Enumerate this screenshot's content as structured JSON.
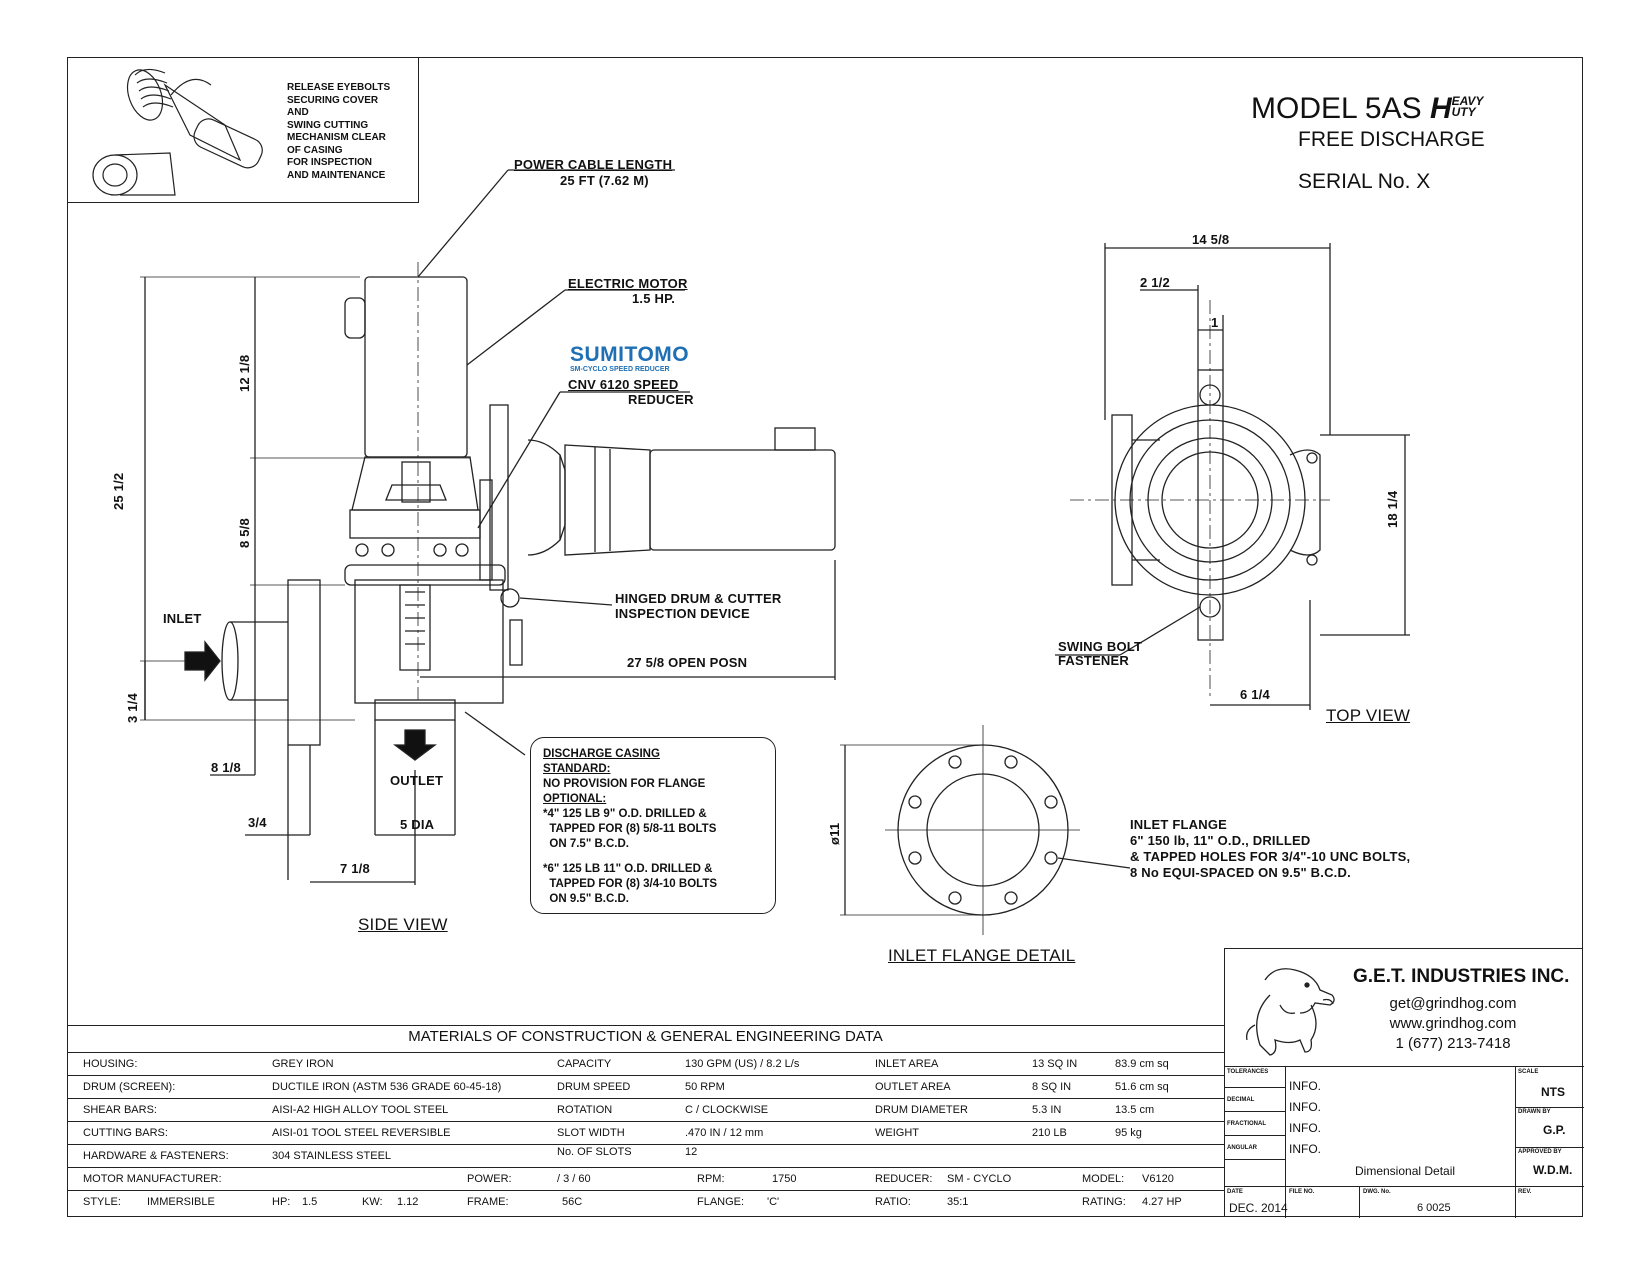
{
  "header": {
    "model": "MODEL 5AS",
    "hd_mark": "H",
    "hd_upper": "EAVY",
    "hd_lower": "UTY",
    "subtitle": "FREE DISCHARGE",
    "serial": "SERIAL No.  X"
  },
  "note": "RELEASE EYEBOLTS\nSECURING COVER\nAND\nSWING CUTTING\nMECHANISM CLEAR\nOF CASING\nFOR INSPECTION\nAND MAINTENANCE",
  "side_view": {
    "power_cable_label": "POWER CABLE LENGTH",
    "power_cable_value": "25 FT (7.62 M)",
    "motor_label": "ELECTRIC MOTOR",
    "motor_value": "1.5 HP.",
    "sumitomo": "SUMITOMO",
    "sumitomo_sub": "SM-CYCLO SPEED REDUCER",
    "reducer_line1": "CNV 6120 SPEED",
    "reducer_line2": "REDUCER",
    "hinged_line1": "HINGED DRUM & CUTTER",
    "hinged_line2": "INSPECTION DEVICE",
    "open_posn": "27 5/8 OPEN POSN",
    "inlet": "INLET",
    "outlet": "OUTLET",
    "dim_25_1_2": "25 1/2",
    "dim_12_1_8": "12 1/8",
    "dim_8_5_8": "8 5/8",
    "dim_3_1_4": "3 1/4",
    "dim_8_1_8": "8 1/8",
    "dim_3_4": "3/4",
    "dim_5_dia": "5 DIA",
    "dim_7_1_8": "7 1/8",
    "title": "SIDE VIEW"
  },
  "discharge_box": {
    "lines": [
      "DISCHARGE CASING",
      "STANDARD:",
      "NO PROVISION FOR FLANGE",
      "OPTIONAL:",
      "*4\" 125 LB 9\" O.D. DRILLED &",
      "  TAPPED FOR (8) 5/8-11 BOLTS",
      "  ON 7.5\" B.C.D.",
      "",
      "*6\" 125 LB 11\" O.D. DRILLED &",
      "  TAPPED FOR (8) 3/4-10 BOLTS",
      "  ON 9.5\" B.C.D."
    ]
  },
  "top_view": {
    "dim_14_5_8": "14 5/8",
    "dim_2_1_2": "2 1/2",
    "dim_1": "1",
    "dim_18_1_4": "18 1/4",
    "dim_6_1_4": "6 1/4",
    "swing_line1": "SWING BOLT",
    "swing_line2": "FASTENER",
    "title": "TOP VIEW"
  },
  "inlet_flange": {
    "dia": "ø11",
    "line1": "INLET FLANGE",
    "line2": "6\" 150 lb, 11\" O.D., DRILLED",
    "line3": "& TAPPED HOLES FOR 3/4\"-10 UNC BOLTS,",
    "line4": "8 No EQUI-SPACED ON 9.5\" B.C.D.",
    "title": "INLET FLANGE DETAIL"
  },
  "materials": {
    "title": "MATERIALS OF CONSTRUCTION & GENERAL ENGINEERING DATA",
    "rows": [
      [
        "HOUSING:",
        "GREY IRON",
        "CAPACITY",
        "130 GPM (US) / 8.2 L/s",
        "INLET AREA",
        "13 SQ IN",
        "83.9 cm sq"
      ],
      [
        "DRUM (SCREEN):",
        "DUCTILE IRON (ASTM 536 GRADE 60-45-18)",
        "DRUM SPEED",
        "50 RPM",
        "OUTLET AREA",
        "8 SQ IN",
        "51.6 cm sq"
      ],
      [
        "SHEAR BARS:",
        "AISI-A2 HIGH ALLOY TOOL STEEL",
        "ROTATION",
        "C / CLOCKWISE",
        "DRUM DIAMETER",
        "5.3 IN",
        "13.5 cm"
      ],
      [
        "CUTTING BARS:",
        "AISI-01 TOOL STEEL REVERSIBLE",
        "SLOT WIDTH",
        ".470 IN / 12 mm",
        "WEIGHT",
        "210 LB",
        "95 kg"
      ],
      [
        "HARDWARE & FASTENERS:",
        "304 STAINLESS STEEL",
        "No. OF SLOTS",
        "12",
        "",
        "",
        ""
      ]
    ],
    "motor_row": {
      "mfr": "MOTOR MANUFACTURER:",
      "power_l": "POWER:",
      "power_v": "/ 3 / 60",
      "rpm_l": "RPM:",
      "rpm_v": "1750",
      "red_l": "REDUCER:",
      "red_v": "SM - CYCLO",
      "model_l": "MODEL:",
      "model_v": "V6120"
    },
    "style_row": {
      "style_l": "STYLE:",
      "style_v": "IMMERSIBLE",
      "hp_l": "HP:",
      "hp_v": "1.5",
      "kw_l": "KW:",
      "kw_v": "1.12",
      "frame_l": "FRAME:",
      "frame_v": "56C",
      "flange_l": "FLANGE:",
      "flange_v": "'C'",
      "ratio_l": "RATIO:",
      "ratio_v": "35:1",
      "rating_l": "RATING:",
      "rating_v": "4.27 HP"
    }
  },
  "title_block": {
    "company": "G.E.T. INDUSTRIES INC.",
    "email": "get@grindhog.com",
    "web": "www.grindhog.com",
    "phone": "1 (677) 213-7418",
    "tol1": "TOLERANCES",
    "tol2": "DECIMAL",
    "tol3": "FRACTIONAL",
    "tol4": "ANGULAR",
    "info1": "INFO.",
    "info2": "INFO.",
    "info3": "INFO.",
    "info4": "INFO.",
    "desc": "Dimensional Detail",
    "scale_l": "SCALE",
    "scale_v": "NTS",
    "drawn_l": "DRAWN BY",
    "drawn_v": "G.P.",
    "appr_l": "APPROVED BY",
    "appr_v": "W.D.M.",
    "date_l": "DATE",
    "date_v": "DEC. 2014",
    "file_l": "FILE NO.",
    "dwg_l": "DWG. No.",
    "dwg_v": "6 0025",
    "rev_l": "REV."
  }
}
